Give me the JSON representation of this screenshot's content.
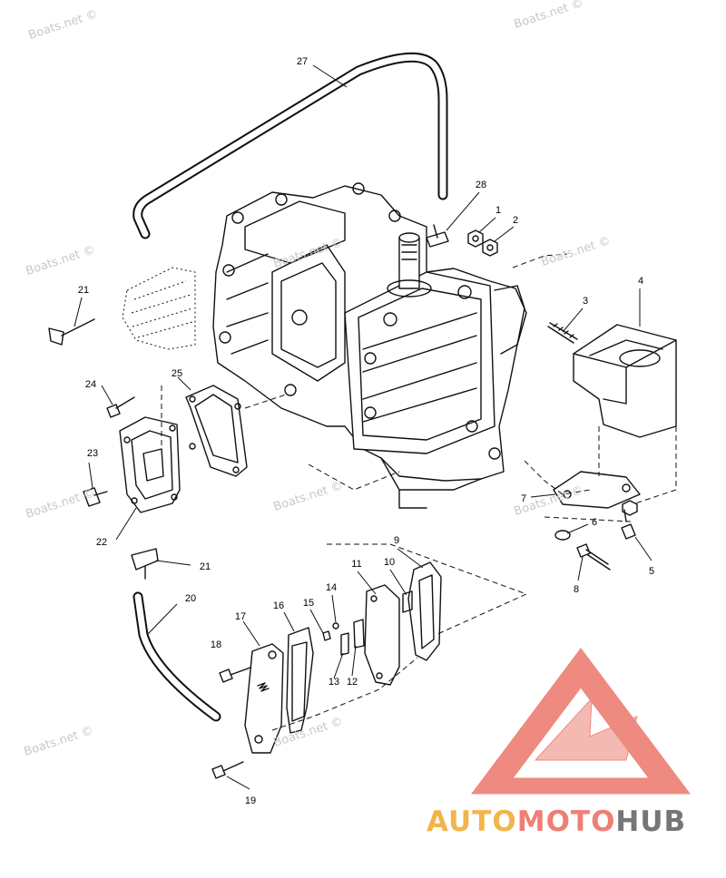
{
  "watermarks": [
    "Boats.net ©",
    "Boats.net ©",
    "Boats.net ©",
    "Boats.net ©",
    "Boats.net ©",
    "Boats.net ©",
    "Boats.net ©",
    "Boats.net ©",
    "Boats.net ©",
    "Boats.net ©"
  ],
  "brand": {
    "part1": "AUTO",
    "part2": "MOTO",
    "part3": "HUB",
    "colors": {
      "auto": "#f2b54b",
      "moto": "#ef7f74",
      "hub": "#767676",
      "logo": "#ef8a80"
    }
  },
  "callouts": [
    "1",
    "2",
    "3",
    "4",
    "5",
    "6",
    "7",
    "8",
    "9",
    "10",
    "11",
    "12",
    "13",
    "14",
    "15",
    "16",
    "17",
    "18",
    "19",
    "20",
    "21",
    "21",
    "22",
    "23",
    "24",
    "25",
    "27",
    "28"
  ]
}
